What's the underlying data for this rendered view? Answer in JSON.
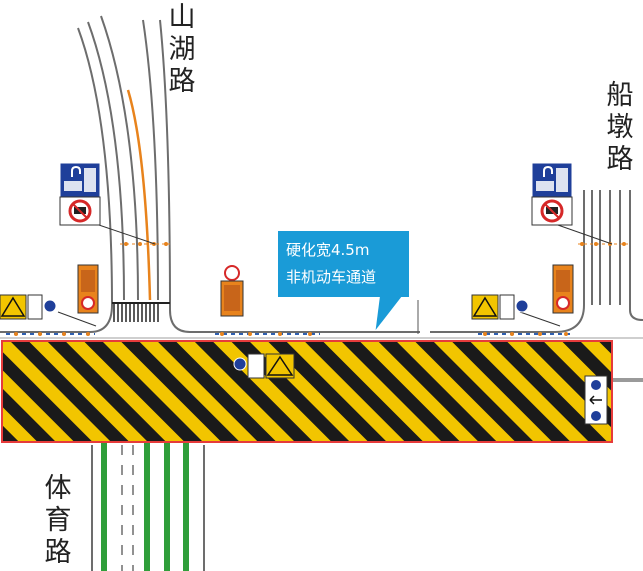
{
  "roads": {
    "shanhu": "山湖路",
    "chuandun": "船墩路",
    "tiyu": "体育路"
  },
  "callout": {
    "line1": "硬化宽4.5m",
    "line2": "非机动车通道"
  },
  "colors": {
    "hazard_yellow": "#f2c500",
    "hazard_black": "#1a1a1a",
    "callout_blue": "#1a9bd7",
    "sign_blue": "#1f3f9a",
    "sign_orange": "#e8831c",
    "lane_green": "#2f9e3a",
    "road_line": "#6d6d6d",
    "boundary_red": "#e63b3b"
  },
  "signs": [
    {
      "name": "uturn-sign-left",
      "icon": "u-turn-arrow-icon",
      "type": "guide-blue"
    },
    {
      "name": "no-truck-sign-left",
      "icon": "no-truck-icon",
      "type": "prohibition"
    },
    {
      "name": "construction-warning-left",
      "icon": "workers-icon",
      "type": "warning"
    },
    {
      "name": "detour-sign-left",
      "icon": "keep-right-icon",
      "type": "mandatory"
    },
    {
      "name": "roadwork-notice-left",
      "icon": "no-entry-icon",
      "type": "notice-orange"
    },
    {
      "name": "roadwork-notice-center",
      "icon": "no-entry-icon",
      "type": "notice-orange"
    },
    {
      "name": "construction-warning-center",
      "icon": "workers-icon",
      "type": "warning"
    },
    {
      "name": "uturn-sign-right",
      "icon": "u-turn-arrow-icon",
      "type": "guide-blue"
    },
    {
      "name": "no-truck-sign-right",
      "icon": "no-truck-icon",
      "type": "prohibition"
    },
    {
      "name": "construction-warning-right",
      "icon": "workers-icon",
      "type": "warning"
    },
    {
      "name": "roadwork-notice-right",
      "icon": "no-entry-icon",
      "type": "notice-orange"
    },
    {
      "name": "direction-sign-east",
      "icon": "arrow-left-icon",
      "type": "guide-white"
    }
  ]
}
